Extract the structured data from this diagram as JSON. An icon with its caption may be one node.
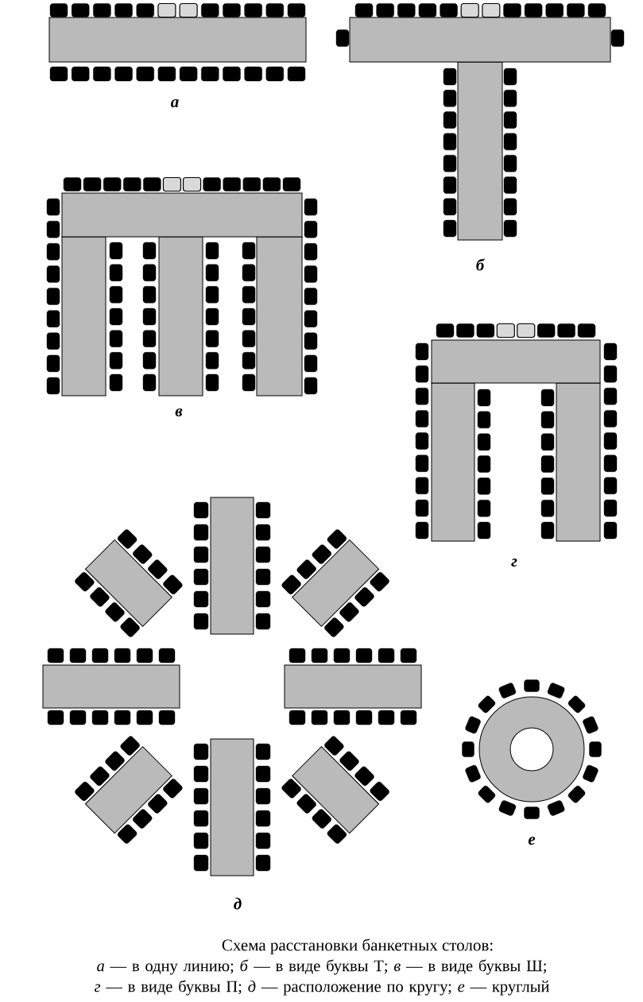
{
  "diagram": {
    "title": "Схема расстановки банкетных столов:",
    "caption": "*а* — в одну линию; *б* — в виде буквы Т; *в* — в виде буквы Ш; *г* — в виде буквы П; *д* — расположение по кругу; *е* — круглый",
    "labels": [
      "а",
      "б",
      "в",
      "г",
      "д",
      "е"
    ]
  }
}
